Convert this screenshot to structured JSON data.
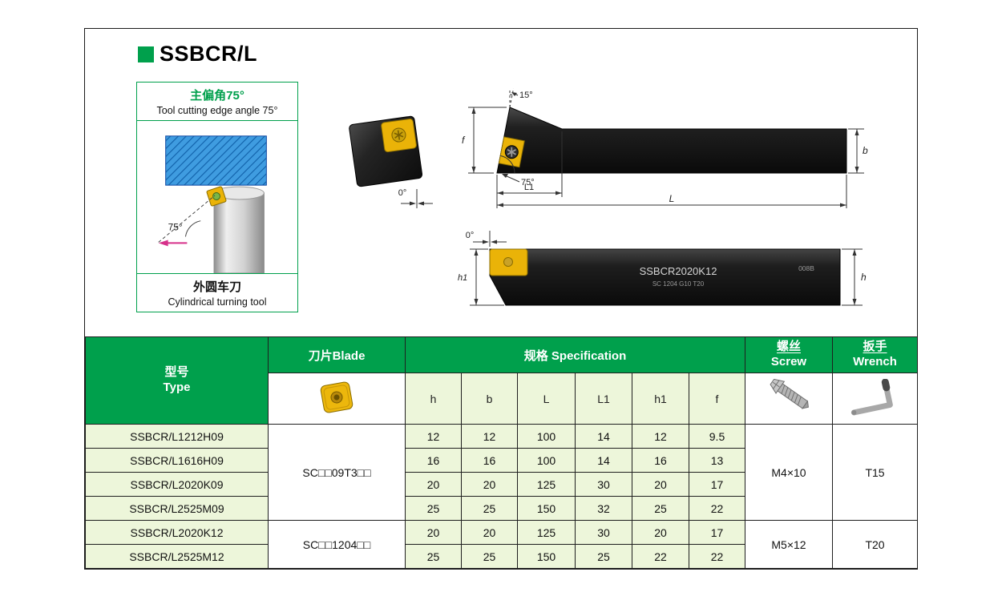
{
  "page": {
    "title": "SSBCR/L"
  },
  "angle_box": {
    "title_cn": "主偏角75°",
    "title_en": "Tool cutting edge angle 75°",
    "angle": "75°",
    "caption_cn": "外圆车刀",
    "caption_en": "Cylindrical turning tool"
  },
  "front_view": {
    "angle": "0°"
  },
  "side_view": {
    "top_angle": "15°",
    "lead_angle": "75°",
    "dim_f": "f",
    "dim_l1": "L1",
    "dim_l": "L",
    "dim_b": "b"
  },
  "top_view": {
    "angle": "0°",
    "dim_h1": "h1",
    "dim_h": "h",
    "marking": "SSBCR2020K12",
    "marking_sub": "SC 1204 G10 T20",
    "marking_code": "008B"
  },
  "icons": {
    "blade": "blade-insert-icon",
    "screw": "screw-icon",
    "wrench": "wrench-icon"
  },
  "colors": {
    "green": "#00A04C",
    "row_bg": "#EDF6DA",
    "workpiece_blue": "#3F9CE0",
    "insert_yellow": "#EAB308",
    "feed_arrow": "#D6308A"
  },
  "table": {
    "type_cn": "型号",
    "type_en": "Type",
    "blade_label": "刀片Blade",
    "spec_label": "规格 Specification",
    "screw_cn": "螺丝",
    "screw_en": "Screw",
    "wrench_cn": "扳手",
    "wrench_en": "Wrench",
    "spec_columns": [
      "h",
      "b",
      "L",
      "L1",
      "h1",
      "f"
    ],
    "rows": [
      {
        "type": "SSBCR/L1212H09",
        "values": [
          "12",
          "12",
          "100",
          "14",
          "12",
          "9.5"
        ]
      },
      {
        "type": "SSBCR/L1616H09",
        "values": [
          "16",
          "16",
          "100",
          "14",
          "16",
          "13"
        ]
      },
      {
        "type": "SSBCR/L2020K09",
        "values": [
          "20",
          "20",
          "125",
          "30",
          "20",
          "17"
        ]
      },
      {
        "type": "SSBCR/L2525M09",
        "values": [
          "25",
          "25",
          "150",
          "32",
          "25",
          "22"
        ]
      },
      {
        "type": "SSBCR/L2020K12",
        "values": [
          "20",
          "20",
          "125",
          "30",
          "20",
          "17"
        ]
      },
      {
        "type": "SSBCR/L2525M12",
        "values": [
          "25",
          "25",
          "150",
          "25",
          "22",
          "22"
        ]
      }
    ],
    "groups": [
      {
        "blade": "SC□□09T3□□",
        "screw": "M4×10",
        "wrench": "T15"
      },
      {
        "blade": "SC□□1204□□",
        "screw": "M5×12",
        "wrench": "T20"
      }
    ]
  }
}
